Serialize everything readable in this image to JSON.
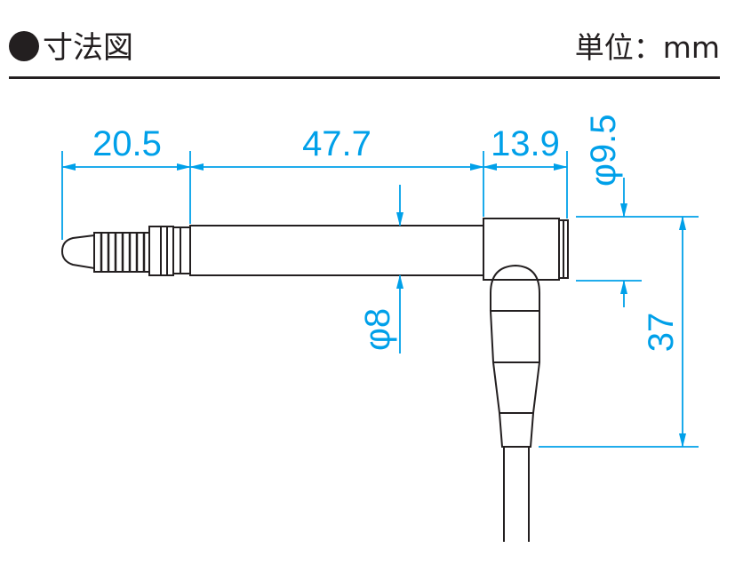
{
  "header": {
    "title": "寸法図",
    "unit": "単位：mm"
  },
  "colors": {
    "dimension": "#00a0e9",
    "outline": "#231f20"
  },
  "dimensions": {
    "tip_length": "20.5",
    "body_length": "47.7",
    "head_length": "13.9",
    "head_diameter": "φ9.5",
    "body_diameter": "φ8",
    "head_height": "37"
  }
}
